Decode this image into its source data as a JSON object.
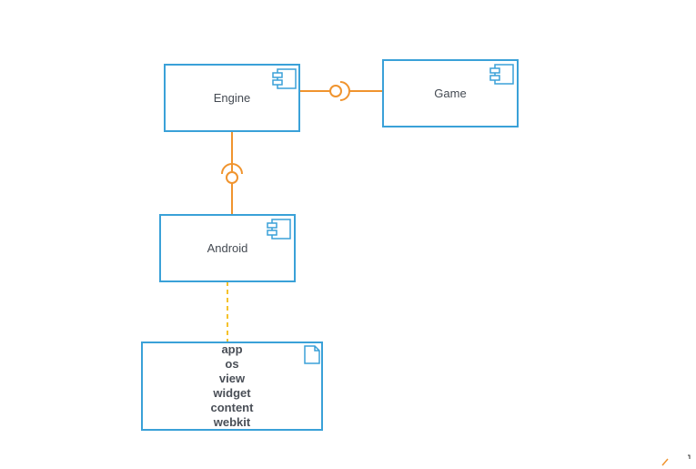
{
  "diagram": {
    "components": {
      "engine": {
        "label": "Engine"
      },
      "game": {
        "label": "Game"
      },
      "android": {
        "label": "Android"
      }
    },
    "artifact": {
      "lines": [
        "app",
        "os",
        "view",
        "widget",
        "content",
        "webkit"
      ]
    },
    "colors": {
      "component_border": "#3aa1d8",
      "interface_connector": "#f0942e",
      "dependency_line": "#f5c22c",
      "text": "#444a52"
    }
  }
}
